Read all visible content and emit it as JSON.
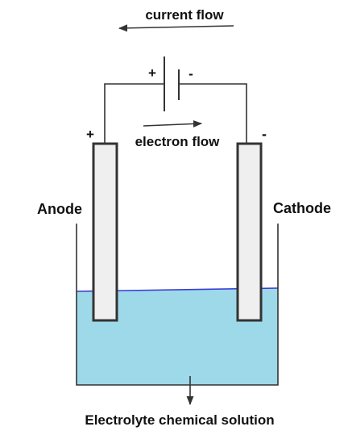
{
  "labels": {
    "current_flow": "current flow",
    "electron_flow": "electron flow",
    "anode": "Anode",
    "cathode": "Cathode",
    "electrolyte": "Electrolyte chemical solution",
    "battery_positive": "+",
    "battery_negative": "-",
    "anode_terminal": "+",
    "cathode_terminal": "-"
  },
  "colors": {
    "solution_fill": "#9dd9e9",
    "solution_surface": "#3a3ad6",
    "electrode_fill": "#efefef",
    "stroke": "#333333"
  }
}
